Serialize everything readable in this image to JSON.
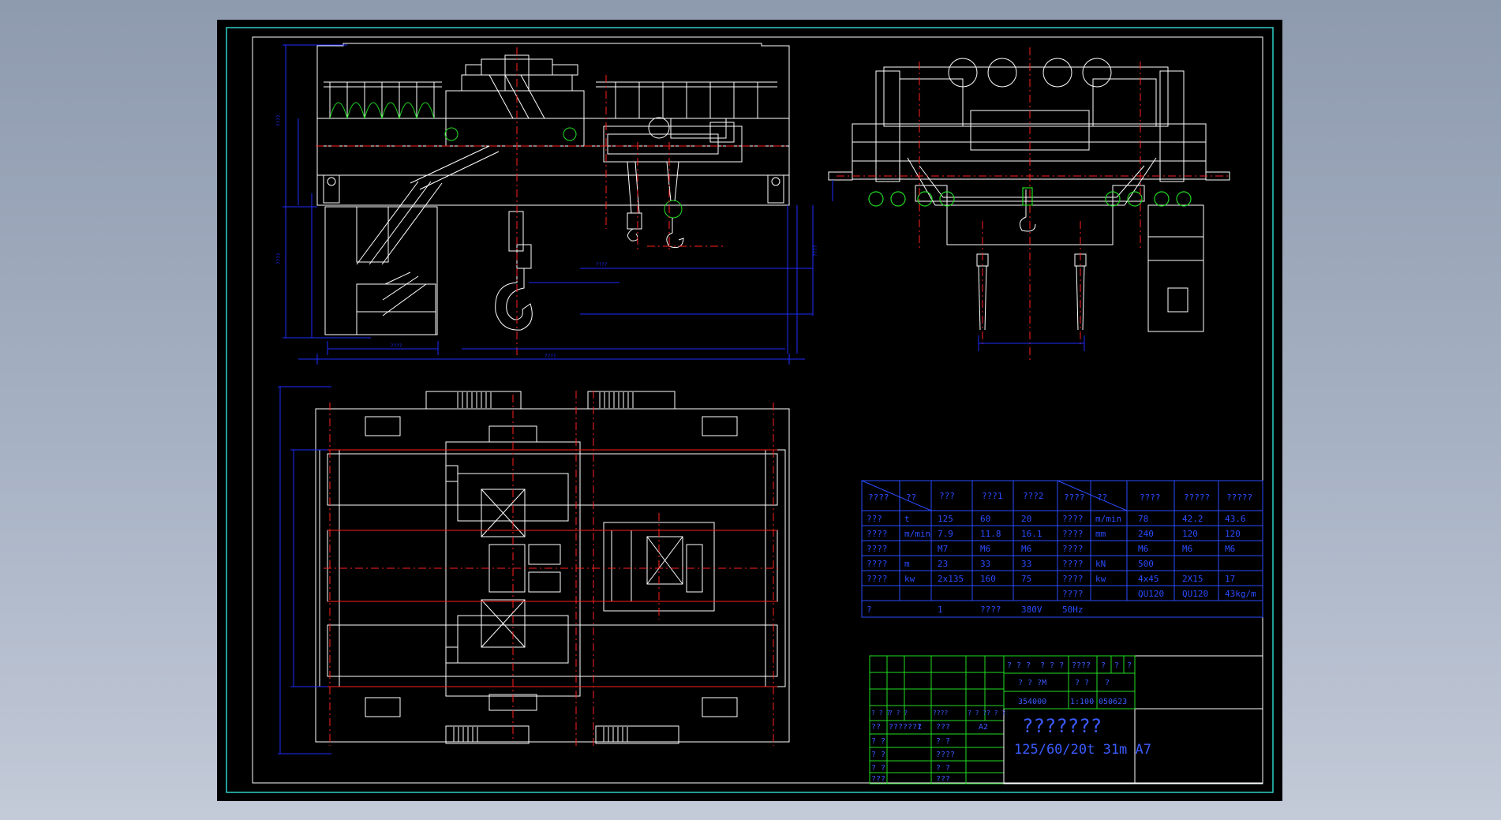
{
  "colors": {
    "background": "#000000",
    "canvas_desktop": "#9aa5b8",
    "outline": "#ffffff",
    "dimension": "#1e2cff",
    "centerline": "#ff2020",
    "detail_green": "#22dd22",
    "frame_cyan": "#2fd0c8",
    "spec_text": "#2a4bff",
    "title_text": "#3b5bff"
  },
  "spec_table": {
    "header": [
      "????",
      "??",
      "???",
      "???1",
      "???2",
      "????",
      "??",
      "????",
      "?????",
      "?????"
    ],
    "rows": [
      [
        "???",
        "t",
        "125",
        "60",
        "20",
        "????",
        "m/min",
        "78",
        "42.2",
        "43.6"
      ],
      [
        "????",
        "m/min",
        "7.9",
        "11.8",
        "16.1",
        "????",
        "mm",
        "240",
        "120",
        "120"
      ],
      [
        "????",
        "",
        "M7",
        "M6",
        "M6",
        "????",
        "",
        "M6",
        "M6",
        "M6"
      ],
      [
        "????",
        "m",
        "23",
        "33",
        "33",
        "????",
        "kN",
        "500",
        "",
        ""
      ],
      [
        "????",
        "kw",
        "2x135",
        "160",
        "75",
        "????",
        "kw",
        "4x45",
        "2X15",
        "17"
      ],
      [
        "",
        "",
        "",
        "",
        "",
        "????",
        "",
        "QU120",
        "QU120",
        "43kg/m"
      ],
      [
        "?",
        "",
        "1",
        "????",
        "380V",
        "50Hz",
        "",
        "",
        "",
        ""
      ]
    ]
  },
  "title_block": {
    "grid_labels": [
      "? ? ?",
      "? ? ?",
      "????",
      "? ? ?",
      "? ? ?"
    ],
    "codes": [
      "? ? ?",
      "? ? ?",
      "????",
      "?",
      "?",
      "?"
    ],
    "row2": [
      "? ?  ?M",
      "? ?",
      "?"
    ],
    "row3": [
      "354000",
      "1:100",
      "050623"
    ],
    "left_row": [
      "??",
      "????",
      "???",
      "1",
      "???",
      "A2"
    ],
    "left_col": [
      "? ?",
      "? ?",
      "? ?",
      "???"
    ],
    "right_col": [
      "? ?",
      "????",
      "? ?",
      "???"
    ],
    "drawing_name": "???????",
    "drawing_code": "125/60/20t 31m A7"
  }
}
